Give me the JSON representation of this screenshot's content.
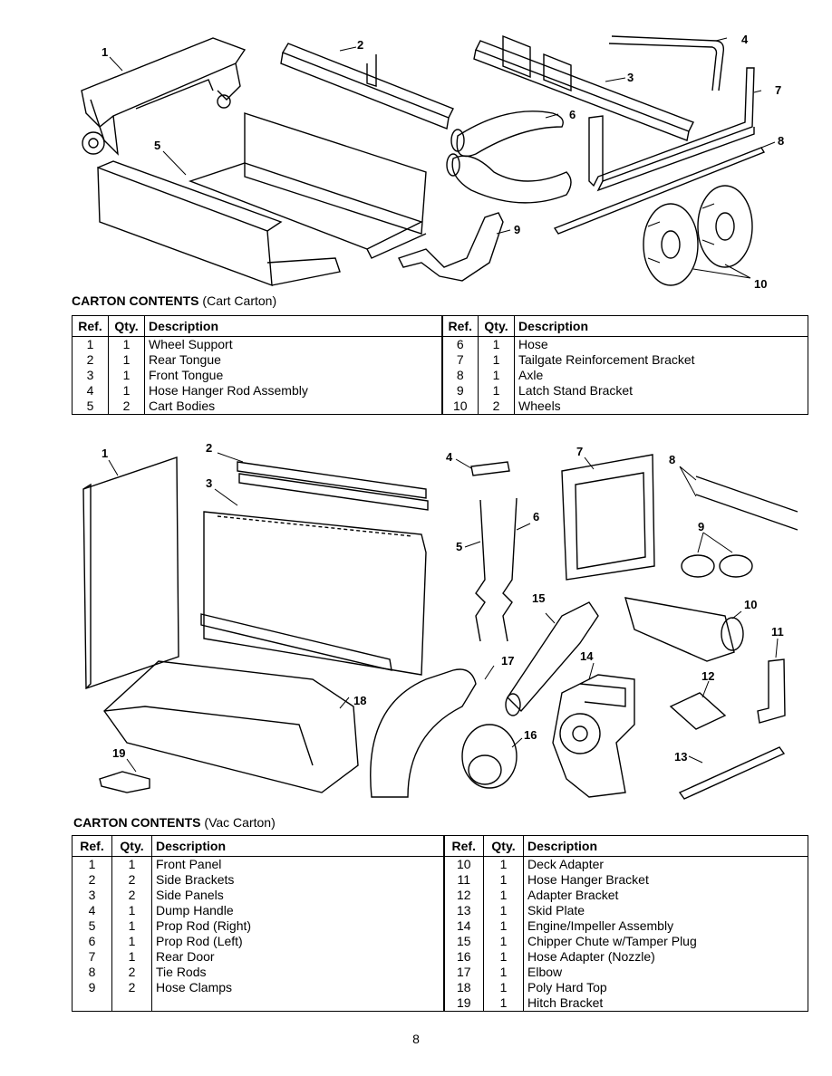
{
  "cart_section": {
    "title_bold": "CARTON CONTENTS",
    "title_rest": " (Cart Carton)",
    "headers": {
      "ref": "Ref.",
      "qty": "Qty.",
      "desc": "Description"
    },
    "left_rows": [
      {
        "ref": "1",
        "qty": "1",
        "desc": "Wheel Support"
      },
      {
        "ref": "2",
        "qty": "1",
        "desc": "Rear Tongue"
      },
      {
        "ref": "3",
        "qty": "1",
        "desc": "Front Tongue"
      },
      {
        "ref": "4",
        "qty": "1",
        "desc": "Hose Hanger Rod Assembly"
      },
      {
        "ref": "5",
        "qty": "2",
        "desc": "Cart Bodies"
      }
    ],
    "right_rows": [
      {
        "ref": "6",
        "qty": "1",
        "desc": "Hose"
      },
      {
        "ref": "7",
        "qty": "1",
        "desc": "Tailgate Reinforcement Bracket"
      },
      {
        "ref": "8",
        "qty": "1",
        "desc": "Axle"
      },
      {
        "ref": "9",
        "qty": "1",
        "desc": "Latch Stand Bracket"
      },
      {
        "ref": "10",
        "qty": "2",
        "desc": "Wheels"
      }
    ],
    "callouts": [
      "1",
      "2",
      "3",
      "4",
      "5",
      "6",
      "7",
      "8",
      "9",
      "10"
    ]
  },
  "vac_section": {
    "title_bold": "CARTON CONTENTS",
    "title_rest": " (Vac Carton)",
    "headers": {
      "ref": "Ref.",
      "qty": "Qty.",
      "desc": "Description"
    },
    "left_rows": [
      {
        "ref": "1",
        "qty": "1",
        "desc": "Front Panel"
      },
      {
        "ref": "2",
        "qty": "2",
        "desc": "Side Brackets"
      },
      {
        "ref": "3",
        "qty": "2",
        "desc": "Side Panels"
      },
      {
        "ref": "4",
        "qty": "1",
        "desc": "Dump Handle"
      },
      {
        "ref": "5",
        "qty": "1",
        "desc": "Prop Rod (Right)"
      },
      {
        "ref": "6",
        "qty": "1",
        "desc": "Prop Rod (Left)"
      },
      {
        "ref": "7",
        "qty": "1",
        "desc": "Rear Door"
      },
      {
        "ref": "8",
        "qty": "2",
        "desc": "Tie Rods"
      },
      {
        "ref": "9",
        "qty": "2",
        "desc": "Hose Clamps"
      },
      {
        "ref": "",
        "qty": "",
        "desc": ""
      }
    ],
    "right_rows": [
      {
        "ref": "10",
        "qty": "1",
        "desc": "Deck Adapter"
      },
      {
        "ref": "11",
        "qty": "1",
        "desc": "Hose Hanger Bracket"
      },
      {
        "ref": "12",
        "qty": "1",
        "desc": "Adapter Bracket"
      },
      {
        "ref": "13",
        "qty": "1",
        "desc": "Skid Plate"
      },
      {
        "ref": "14",
        "qty": "1",
        "desc": "Engine/Impeller Assembly"
      },
      {
        "ref": "15",
        "qty": "1",
        "desc": "Chipper Chute w/Tamper Plug"
      },
      {
        "ref": "16",
        "qty": "1",
        "desc": "Hose Adapter (Nozzle)"
      },
      {
        "ref": "17",
        "qty": "1",
        "desc": "Elbow"
      },
      {
        "ref": "18",
        "qty": "1",
        "desc": "Poly Hard Top"
      },
      {
        "ref": "19",
        "qty": "1",
        "desc": "Hitch Bracket"
      }
    ],
    "callouts": [
      "1",
      "2",
      "3",
      "4",
      "5",
      "6",
      "7",
      "8",
      "9",
      "10",
      "11",
      "12",
      "13",
      "14",
      "15",
      "16",
      "17",
      "18",
      "19"
    ]
  },
  "page_number": "8"
}
